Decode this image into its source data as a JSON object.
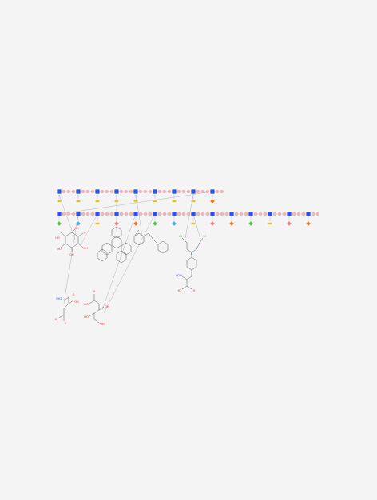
{
  "colors": {
    "background": "#f4f4f4",
    "node_blue": "#2a52e8",
    "link_pink": "#f0b4b4",
    "bond": "#555555",
    "oxygen": "#e02020",
    "nitrogen": "#2a4fd6",
    "yellow": "#e8c030",
    "green": "#55c838",
    "cyan": "#3cb4e8",
    "orange": "#f07a22",
    "salmon": "#f08080"
  },
  "atom_labels": {
    "o": "O",
    "oh": "OH",
    "ho": "HO",
    "nh2": "NH2",
    "h2n": "H2N",
    "n": "N",
    "cl": "Cl"
  },
  "rows": [
    {
      "name": "top-sequence",
      "nodes": 9,
      "markers": [
        "yellow",
        "yellow",
        "yellow",
        "yellow",
        "yellow",
        "yellow",
        "yellow",
        "yellow",
        "orange"
      ]
    },
    {
      "name": "bottom-sequence",
      "nodes": 14,
      "markers": [
        "green",
        "cyan",
        "yellow",
        "salmon",
        "orange",
        "green",
        "cyan",
        "yellow",
        "salmon",
        "orange",
        "green",
        "yellow",
        "salmon",
        "orange"
      ]
    }
  ],
  "structures": [
    "glucose-ring",
    "triphenylene",
    "stilbene",
    "chlorambucil-like-amine",
    "glutamic-acid",
    "sugar-chain"
  ]
}
